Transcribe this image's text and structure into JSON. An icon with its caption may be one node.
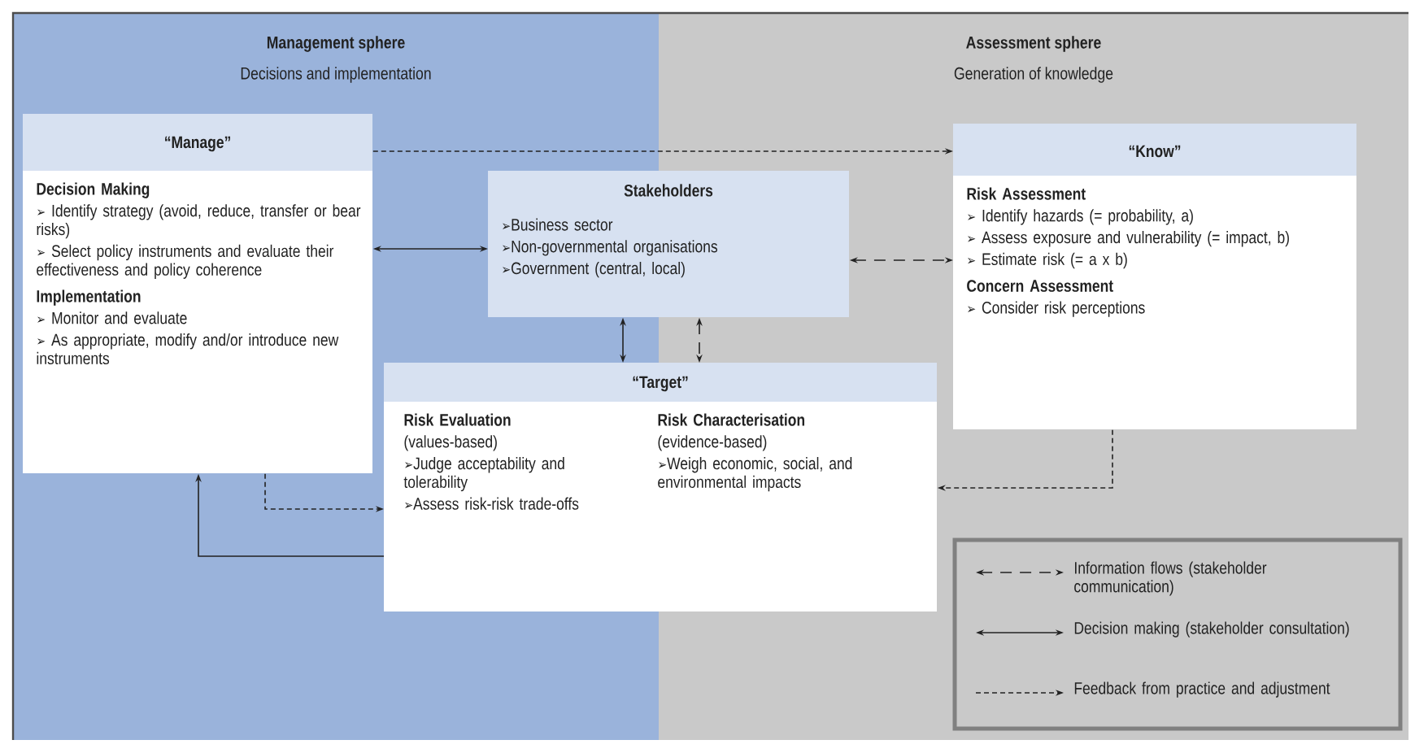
{
  "diagram": {
    "nodes": [
      {
        "text": [
          "Management sphere",
          "Decisions and implementation"
        ]
      },
      {
        "text": [
          "Assessment sphere",
          "Generation of knowledge"
        ]
      },
      {
        "text": [
          "“Manage”",
          "Decision Making",
          "➢ Identify strategy (avoid, reduce, transfer or bear risks)",
          "➢ Select policy instruments and evaluate their effectiveness and policy coherence",
          "Implementation",
          "➢ Monitor and evaluate",
          "➢ As appropriate, modify and/or introduce new instruments"
        ],
        "in": 0
      },
      {
        "text": [
          "Stakeholders",
          "➢Business sector",
          "➢Non-governmental organisations",
          "➢Government (central, local)"
        ]
      },
      {
        "text": [
          "“Know”",
          "Risk Assessment",
          "➢ Identify hazards (= probability, a)",
          "➢ Assess exposure and vulnerability (= impact, b)",
          "➢ Estimate risk (= a x b)",
          "Concern Assessment",
          "➢ Consider risk perceptions"
        ],
        "in": 1
      },
      {
        "text": [
          "“Target”",
          "Risk Evaluation",
          "(values-based)",
          "➢Judge acceptability and tolerability",
          "➢Assess risk-risk trade-offs",
          "Risk Characterisation",
          "(evidence-based)",
          "➢Weigh economic, social, and environmental impacts"
        ]
      }
    ],
    "edges": [
      {
        "from": 2,
        "to": 4,
        "arrow": "to",
        "style": "dashed"
      },
      {
        "from": 2,
        "to": 3,
        "arrow": "both"
      },
      {
        "from": 3,
        "to": 4,
        "arrow": "both",
        "style": "dashed"
      },
      {
        "from": 3,
        "to": 5,
        "arrow": "both"
      },
      {
        "from": 3,
        "to": 5,
        "arrow": "both",
        "style": "dashed"
      },
      {
        "from": 4,
        "to": 5,
        "arrow": "to",
        "style": "dashed"
      },
      {
        "from": 2,
        "to": 5,
        "arrow": "to",
        "style": "dashed"
      },
      {
        "from": 5,
        "to": 2,
        "arrow": "to"
      }
    ],
    "legend": [
      {
        "text": "Information flows (stakeholder communication)"
      },
      {
        "text": "Decision making (stakeholder consultation)"
      },
      {
        "text": "Feedback from practice and adjustment"
      }
    ]
  }
}
